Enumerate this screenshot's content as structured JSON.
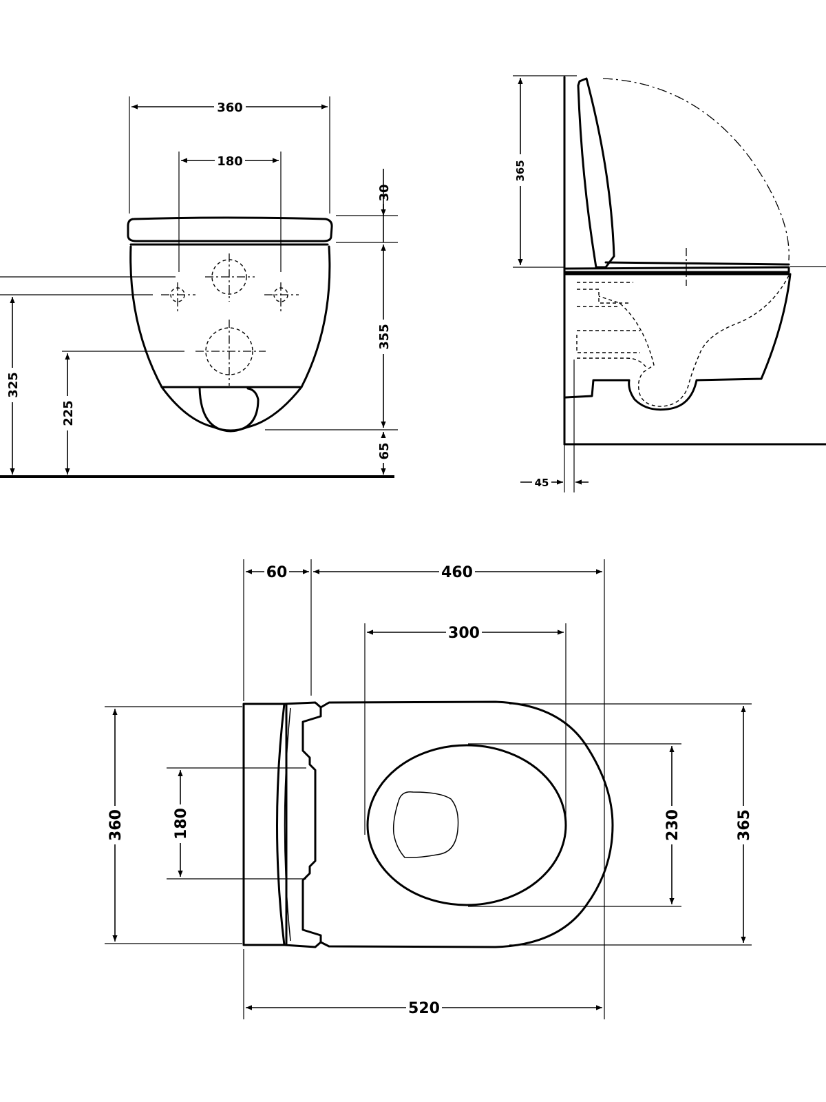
{
  "front_view": {
    "width_total": "360",
    "bolt_spacing": "180",
    "seat_thickness": "30",
    "bowl_height": "355",
    "fixing_height": "325",
    "waste_height": "225",
    "bottom_clearance": "65"
  },
  "side_view": {
    "lid_height": "365",
    "wall_gap": "45"
  },
  "top_view": {
    "seat_depth": "60",
    "bowl_depth": "460",
    "opening_length": "300",
    "overall_length": "520",
    "back_width": "360",
    "bolt_spacing": "180",
    "opening_width": "230",
    "bowl_width": "365"
  }
}
